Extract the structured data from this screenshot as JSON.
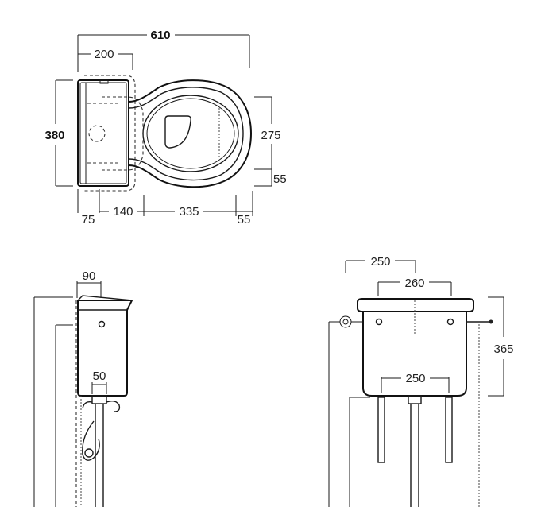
{
  "top_view": {
    "width_overall": "610",
    "cistern_width": "200",
    "depth_overall": "380",
    "seat_opening": "275",
    "rear_offset": "55",
    "cistern_offset": "75",
    "cistern_gap": "140",
    "pan_length": "335",
    "front_offset": "55"
  },
  "side_view": {
    "cistern_depth": "90",
    "flush_pipe": "50"
  },
  "front_view": {
    "bracket_top": "250",
    "cistern_width": "260",
    "bracket_bottom": "250",
    "cistern_height": "365"
  }
}
